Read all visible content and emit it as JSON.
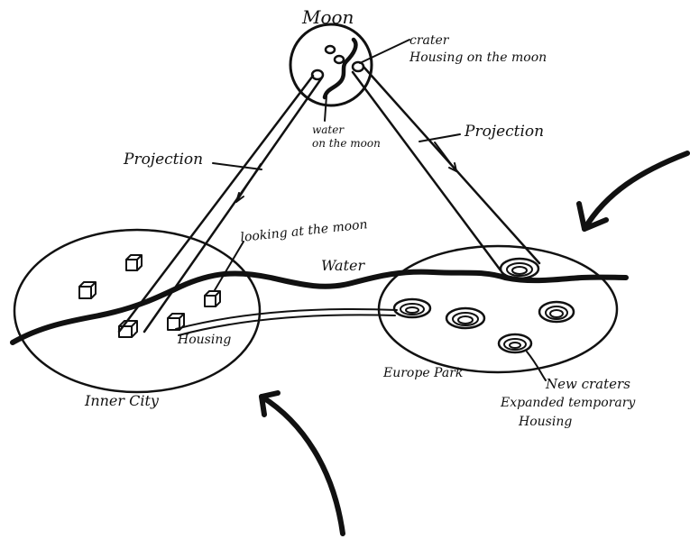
{
  "labels": {
    "moon": "Moon",
    "crater": "crater",
    "housing_on_moon": "Housing on the moon",
    "water_on_moon_1": "water",
    "water_on_moon_2": "on the moon",
    "projection_left": "Projection",
    "projection_right": "Projection",
    "looking_at_moon": "looking at the moon",
    "water": "Water",
    "housing": "Housing",
    "inner_city": "Inner City",
    "europe_park": "Europe Park",
    "new_craters": "New craters",
    "expanded_1": "Expanded temporary",
    "expanded_2": "Housing"
  },
  "colors": {
    "ink": "#111111",
    "paper": "#ffffff"
  }
}
